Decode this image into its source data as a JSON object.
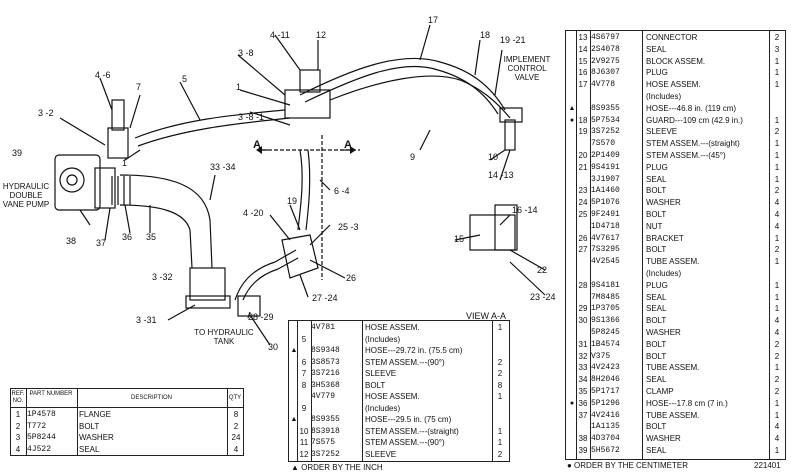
{
  "callouts": [
    {
      "id": "c-3-8",
      "text": "3 -8"
    },
    {
      "id": "c-4-11",
      "text": "4 -11"
    },
    {
      "id": "c-12",
      "text": "12"
    },
    {
      "id": "c-17",
      "text": "17"
    },
    {
      "id": "c-18",
      "text": "18"
    },
    {
      "id": "c-19-21",
      "text": "19 -21"
    },
    {
      "id": "c-4-6",
      "text": "4 -6"
    },
    {
      "id": "c-7",
      "text": "7"
    },
    {
      "id": "c-5",
      "text": "5"
    },
    {
      "id": "c-1a",
      "text": "1"
    },
    {
      "id": "c-3-8-1",
      "text": "3 -8 -1"
    },
    {
      "id": "c-3-2",
      "text": "3 -2"
    },
    {
      "id": "c-1b",
      "text": "1"
    },
    {
      "id": "c-9",
      "text": "9"
    },
    {
      "id": "c-10",
      "text": "10"
    },
    {
      "id": "c-14-13",
      "text": "14 -13"
    },
    {
      "id": "c-39",
      "text": "39"
    },
    {
      "id": "c-33-34",
      "text": "33 -34"
    },
    {
      "id": "c-6-4",
      "text": "6 -4"
    },
    {
      "id": "c-19b",
      "text": "19"
    },
    {
      "id": "c-4-20",
      "text": "4 -20"
    },
    {
      "id": "c-25-3",
      "text": "25 -3"
    },
    {
      "id": "c-16-14",
      "text": "16 -14"
    },
    {
      "id": "c-15",
      "text": "15"
    },
    {
      "id": "c-38",
      "text": "38"
    },
    {
      "id": "c-37",
      "text": "37"
    },
    {
      "id": "c-36",
      "text": "36"
    },
    {
      "id": "c-35",
      "text": "35"
    },
    {
      "id": "c-26",
      "text": "26"
    },
    {
      "id": "c-22",
      "text": "22"
    },
    {
      "id": "c-3-32",
      "text": "3 -32"
    },
    {
      "id": "c-27-24",
      "text": "27 -24"
    },
    {
      "id": "c-23-24",
      "text": "23 -24"
    },
    {
      "id": "c-3-31",
      "text": "3 -31"
    },
    {
      "id": "c-28-29",
      "text": "28 -29"
    },
    {
      "id": "c-30",
      "text": "30"
    },
    {
      "id": "c-A1",
      "text": "A"
    },
    {
      "id": "c-A2",
      "text": "A"
    }
  ],
  "captions": {
    "implement_valve": "IMPLEMENT\nCONTROL\nVALVE",
    "pump": "HYDRAULIC\nDOUBLE\nVANE PUMP",
    "tank": "TO HYDRAULIC\nTANK",
    "view": "VIEW A-A"
  },
  "right_list": {
    "rows": [
      {
        "mk": "",
        "ref": "13",
        "pn": "4S6797",
        "desc": "CONNECTOR",
        "qty": "2"
      },
      {
        "mk": "",
        "ref": "14",
        "pn": "2S4078",
        "desc": "SEAL",
        "qty": "3"
      },
      {
        "mk": "",
        "ref": "15",
        "pn": "2V9275",
        "desc": "BLOCK ASSEM.",
        "qty": "1"
      },
      {
        "mk": "",
        "ref": "16",
        "pn": "8J6307",
        "desc": "PLUG",
        "qty": "1"
      },
      {
        "mk": "",
        "ref": "17",
        "pn": "4V778",
        "desc": "HOSE ASSEM.",
        "qty": "1"
      },
      {
        "mk": "",
        "ref": "",
        "pn": "",
        "desc": "(Includes)",
        "qty": ""
      },
      {
        "mk": "▲",
        "ref": "",
        "pn": "8S9355",
        "desc": "HOSE---46.8 in. (119 cm)",
        "qty": ""
      },
      {
        "mk": "●",
        "ref": "18",
        "pn": "5P7534",
        "desc": "GUARD---109 cm (42.9 in.)",
        "qty": "1"
      },
      {
        "mk": "",
        "ref": "19",
        "pn": "3S7252",
        "desc": "SLEEVE",
        "qty": "2"
      },
      {
        "mk": "",
        "ref": "",
        "pn": "7S570",
        "desc": "STEM ASSEM.---(straight)",
        "qty": "1"
      },
      {
        "mk": "",
        "ref": "20",
        "pn": "2P1409",
        "desc": "STEM ASSEM.---(45°)",
        "qty": "1"
      },
      {
        "mk": "",
        "ref": "21",
        "pn": "9S4191",
        "desc": "PLUG",
        "qty": "1"
      },
      {
        "mk": "",
        "ref": "",
        "pn": "3J1907",
        "desc": "SEAL",
        "qty": "1"
      },
      {
        "mk": "",
        "ref": "23",
        "pn": "1A1460",
        "desc": "BOLT",
        "qty": "2"
      },
      {
        "mk": "",
        "ref": "24",
        "pn": "5P1076",
        "desc": "WASHER",
        "qty": "4"
      },
      {
        "mk": "",
        "ref": "25",
        "pn": "9F2491",
        "desc": "BOLT",
        "qty": "4"
      },
      {
        "mk": "",
        "ref": "",
        "pn": "1D4718",
        "desc": "NUT",
        "qty": "4"
      },
      {
        "mk": "",
        "ref": "26",
        "pn": "4V7617",
        "desc": "BRACKET",
        "qty": "1"
      },
      {
        "mk": "",
        "ref": "27",
        "pn": "7S3295",
        "desc": "BOLT",
        "qty": "2"
      },
      {
        "mk": "",
        "ref": "",
        "pn": "4V2545",
        "desc": "TUBE ASSEM.",
        "qty": "1"
      },
      {
        "mk": "",
        "ref": "",
        "pn": "",
        "desc": "(Includes)",
        "qty": ""
      },
      {
        "mk": "",
        "ref": "28",
        "pn": "9S4181",
        "desc": "PLUG",
        "qty": "1"
      },
      {
        "mk": "",
        "ref": "",
        "pn": "7M8485",
        "desc": "SEAL",
        "qty": "1"
      },
      {
        "mk": "",
        "ref": "29",
        "pn": "1P3705",
        "desc": "SEAL",
        "qty": "1"
      },
      {
        "mk": "",
        "ref": "30",
        "pn": "9S1366",
        "desc": "BOLT",
        "qty": "4"
      },
      {
        "mk": "",
        "ref": "",
        "pn": "5P8245",
        "desc": "WASHER",
        "qty": "4"
      },
      {
        "mk": "",
        "ref": "31",
        "pn": "1B4574",
        "desc": "BOLT",
        "qty": "2"
      },
      {
        "mk": "",
        "ref": "32",
        "pn": "V375",
        "desc": "BOLT",
        "qty": "2"
      },
      {
        "mk": "",
        "ref": "33",
        "pn": "4V2423",
        "desc": "TUBE ASSEM.",
        "qty": "1"
      },
      {
        "mk": "",
        "ref": "34",
        "pn": "8H2046",
        "desc": "SEAL",
        "qty": "2"
      },
      {
        "mk": "",
        "ref": "35",
        "pn": "5P1717",
        "desc": "CLAMP",
        "qty": "2"
      },
      {
        "mk": "●",
        "ref": "36",
        "pn": "5P1296",
        "desc": "HOSE---17.8 cm (7 in.)",
        "qty": "1"
      },
      {
        "mk": "",
        "ref": "37",
        "pn": "4V2416",
        "desc": "TUBE ASSEM.",
        "qty": "1"
      },
      {
        "mk": "",
        "ref": "",
        "pn": "1A1135",
        "desc": "BOLT",
        "qty": "4"
      },
      {
        "mk": "",
        "ref": "38",
        "pn": "4D3704",
        "desc": "WASHER",
        "qty": "4"
      },
      {
        "mk": "",
        "ref": "39",
        "pn": "5H5672",
        "desc": "SEAL",
        "qty": "1"
      }
    ],
    "footer": "● ORDER BY THE CENTIMETER",
    "code": "221401"
  },
  "middle_list": {
    "rows": [
      {
        "mk": "",
        "ref": "",
        "pn": "4V781",
        "desc": "HOSE ASSEM.",
        "qty": "1"
      },
      {
        "mk": "",
        "ref": "5",
        "pn": "",
        "desc": "(Includes)",
        "qty": ""
      },
      {
        "mk": "▲",
        "ref": "",
        "pn": "8S9348",
        "desc": "HOSE---29.72 in. (75.5 cm)",
        "qty": ""
      },
      {
        "mk": "",
        "ref": "6",
        "pn": "3S8573",
        "desc": "STEM ASSEM.---(90°)",
        "qty": "2"
      },
      {
        "mk": "",
        "ref": "7",
        "pn": "3S7216",
        "desc": "SLEEVE",
        "qty": "2"
      },
      {
        "mk": "",
        "ref": "8",
        "pn": "3H5368",
        "desc": "BOLT",
        "qty": "8"
      },
      {
        "mk": "",
        "ref": "",
        "pn": "4V779",
        "desc": "HOSE ASSEM.",
        "qty": "1"
      },
      {
        "mk": "",
        "ref": "9",
        "pn": "",
        "desc": "(Includes)",
        "qty": ""
      },
      {
        "mk": "▲",
        "ref": "",
        "pn": "8S9355",
        "desc": "HOSE---29.5 in. (75 cm)",
        "qty": ""
      },
      {
        "mk": "",
        "ref": "10",
        "pn": "8S3918",
        "desc": "STEM ASSEM.---(straight)",
        "qty": "1"
      },
      {
        "mk": "",
        "ref": "11",
        "pn": "7S575",
        "desc": "STEM ASSEM.---(90°)",
        "qty": "1"
      },
      {
        "mk": "",
        "ref": "12",
        "pn": "3S7252",
        "desc": "SLEEVE",
        "qty": "2"
      }
    ],
    "footer": "▲ ORDER BY THE INCH"
  },
  "left_list": {
    "headers": {
      "ref": "REF. NO.",
      "part": "PART NUMBER",
      "desc": "DESCRIPTION",
      "qty": "QTY"
    },
    "rows": [
      {
        "ref": "1",
        "pn": "1P4578",
        "desc": "FLANGE",
        "qty": "8"
      },
      {
        "ref": "2",
        "pn": "T772",
        "desc": "BOLT",
        "qty": "2"
      },
      {
        "ref": "3",
        "pn": "5P8244",
        "desc": "WASHER",
        "qty": "24"
      },
      {
        "ref": "4",
        "pn": "4J522",
        "desc": "SEAL",
        "qty": "4"
      }
    ]
  }
}
